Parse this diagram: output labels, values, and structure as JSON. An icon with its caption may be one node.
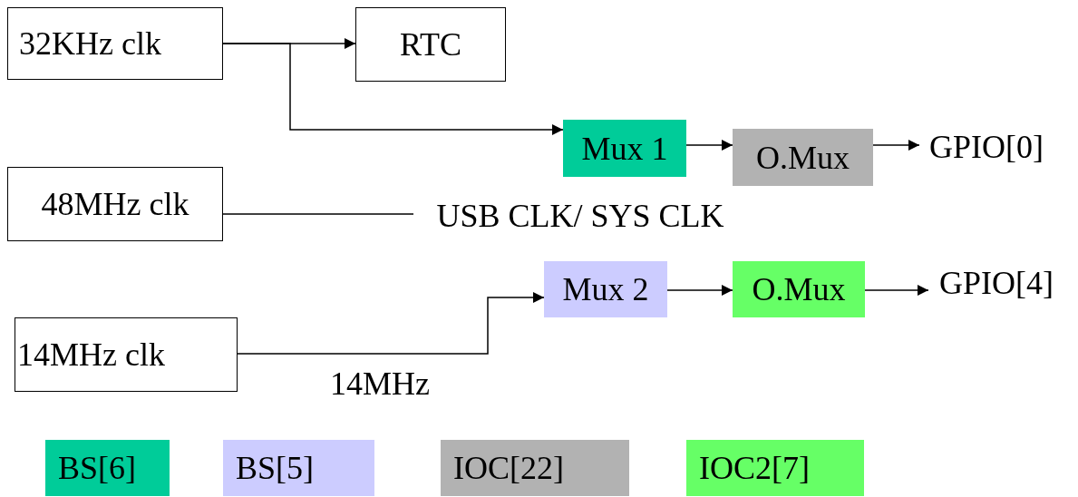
{
  "diagram": {
    "nodes": [
      {
        "text": [
          "32KHz clk"
        ]
      },
      {
        "text": [
          "RTC"
        ]
      },
      {
        "text": [
          "Mux 1"
        ]
      },
      {
        "text": [
          "O.Mux"
        ]
      },
      {
        "text": [
          "GPIO[0]"
        ]
      },
      {
        "text": [
          "48MHz clk"
        ]
      },
      {
        "text": [
          "USB CLK/ SYS CLK"
        ]
      },
      {
        "text": [
          "Mux 2"
        ]
      },
      {
        "text": [
          "O.Mux"
        ]
      },
      {
        "text": [
          "GPIO[4]"
        ]
      },
      {
        "text": [
          "14MHz clk"
        ]
      }
    ],
    "edges": [
      {
        "from": 0,
        "to": 1,
        "arrow": "to"
      },
      {
        "from": 0,
        "to": 2,
        "arrow": "to"
      },
      {
        "from": 2,
        "to": 3,
        "arrow": "to"
      },
      {
        "from": 3,
        "to": 4,
        "arrow": "to"
      },
      {
        "from": 5,
        "to": 6,
        "arrow": "none"
      },
      {
        "from": 10,
        "to": 7,
        "arrow": "to",
        "label": "14MHz"
      },
      {
        "from": 7,
        "to": 8,
        "arrow": "to"
      },
      {
        "from": 8,
        "to": 9,
        "arrow": "to"
      }
    ],
    "legend": [
      {
        "text": "BS[6]",
        "color": "#00cc99"
      },
      {
        "text": "BS[5]",
        "color": "#ccccff"
      },
      {
        "text": "IOC[22]",
        "color": "#b2b2b2"
      },
      {
        "text": "IOC2[7]",
        "color": "#66ff66"
      }
    ]
  }
}
